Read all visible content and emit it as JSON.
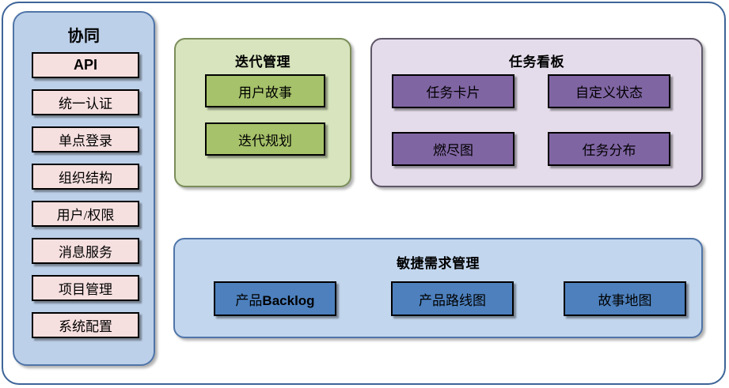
{
  "diagram": {
    "frame": {
      "name": "outer-frame"
    },
    "sidebar": {
      "title": "协同",
      "items": [
        {
          "label": "API",
          "bold_latin": true
        },
        {
          "label": "统一认证",
          "bold_latin": false
        },
        {
          "label": "单点登录",
          "bold_latin": false
        },
        {
          "label": "组织结构",
          "bold_latin": false
        },
        {
          "label": "用户/权限",
          "bold_latin": false
        },
        {
          "label": "消息服务",
          "bold_latin": false
        },
        {
          "label": "项目管理",
          "bold_latin": false
        },
        {
          "label": "系统配置",
          "bold_latin": false
        }
      ],
      "panel_color": "#bdd0e9",
      "item_color": "#f6dfdf"
    },
    "iteration": {
      "title": "迭代管理",
      "items": [
        {
          "label": "用户故事"
        },
        {
          "label": "迭代规划"
        }
      ],
      "panel_color": "#d7e4bd",
      "item_color": "#a6c26a"
    },
    "taskboard": {
      "title": "任务看板",
      "items": [
        {
          "label": "任务卡片"
        },
        {
          "label": "自定义状态"
        },
        {
          "label": "燃尽图"
        },
        {
          "label": "任务分布"
        }
      ],
      "panel_color": "#e4dcea",
      "item_color": "#8065a3"
    },
    "agile": {
      "title": "敏捷需求管理",
      "items": [
        {
          "label": "产品Backlog",
          "cjk_prefix": "产品",
          "latin_suffix": "Backlog"
        },
        {
          "label": "产品路线图"
        },
        {
          "label": "故事地图"
        }
      ],
      "panel_color": "#c2d6ee",
      "item_color": "#4d80bd"
    }
  }
}
